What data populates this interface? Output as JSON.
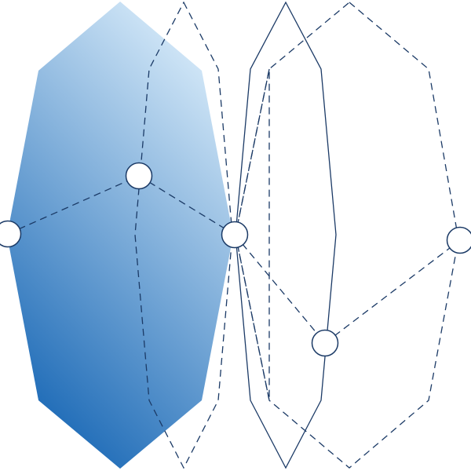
{
  "diagram": {
    "type": "geometric-shape-composition",
    "shapes": [
      {
        "name": "filled-octagon-left",
        "style": "gradient-fill",
        "stroke": "none"
      },
      {
        "name": "dashed-octagon-narrow-left",
        "style": "dashed-outline"
      },
      {
        "name": "solid-octagon-narrow-center",
        "style": "solid-outline"
      },
      {
        "name": "dashed-octagon-narrow-center",
        "style": "dashed-outline"
      },
      {
        "name": "dashed-octagon-wide-right",
        "style": "dashed-outline"
      }
    ],
    "nodes": [
      {
        "name": "node-left-edge"
      },
      {
        "name": "node-upper-center-left"
      },
      {
        "name": "node-center-junction"
      },
      {
        "name": "node-lower-right"
      },
      {
        "name": "node-right-edge"
      }
    ],
    "edges": [
      {
        "name": "edge-left-to-upper",
        "from": "node-left-edge",
        "to": "node-upper-center-left",
        "style": "dashed"
      },
      {
        "name": "edge-upper-to-center",
        "from": "node-upper-center-left",
        "to": "node-center-junction",
        "style": "dashed"
      },
      {
        "name": "edge-center-to-lower",
        "from": "node-center-junction",
        "to": "node-lower-right",
        "style": "dashed"
      },
      {
        "name": "edge-lower-to-right",
        "from": "node-lower-right",
        "to": "node-right-edge",
        "style": "dashed"
      }
    ]
  },
  "colors": {
    "stroke": "#1b3a66",
    "gradient_light": "#dceefb",
    "gradient_dark": "#1565b4",
    "node_fill": "#ffffff"
  }
}
